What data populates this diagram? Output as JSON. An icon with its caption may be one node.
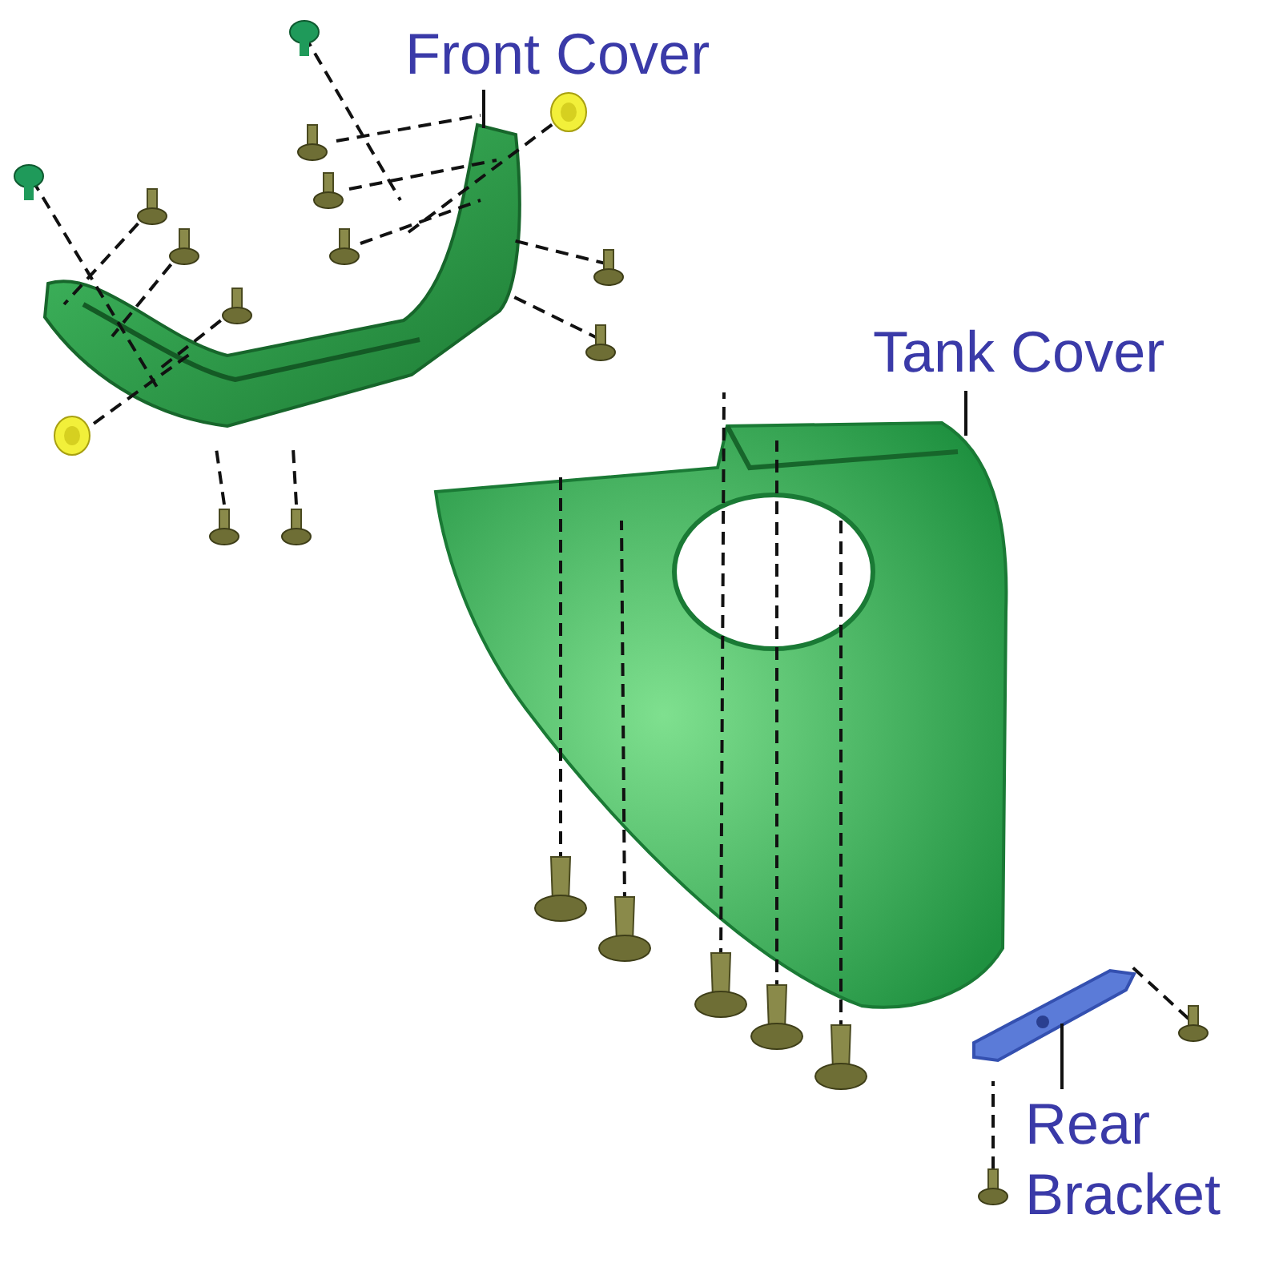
{
  "diagram": {
    "nodes": [
      {
        "text": [
          "Front Cover"
        ]
      },
      {
        "text": [],
        "shape": "picture"
      },
      {
        "text": [
          "Tank Cover"
        ]
      },
      {
        "text": [],
        "shape": "picture"
      },
      {
        "text": [
          "Rear Bracket"
        ]
      },
      {
        "text": [],
        "shape": "picture"
      }
    ],
    "edges": [
      {
        "from": 0,
        "to": 1,
        "arrow": "none"
      },
      {
        "from": 2,
        "to": 3,
        "arrow": "none"
      },
      {
        "from": 4,
        "to": 5,
        "arrow": "none"
      }
    ]
  }
}
